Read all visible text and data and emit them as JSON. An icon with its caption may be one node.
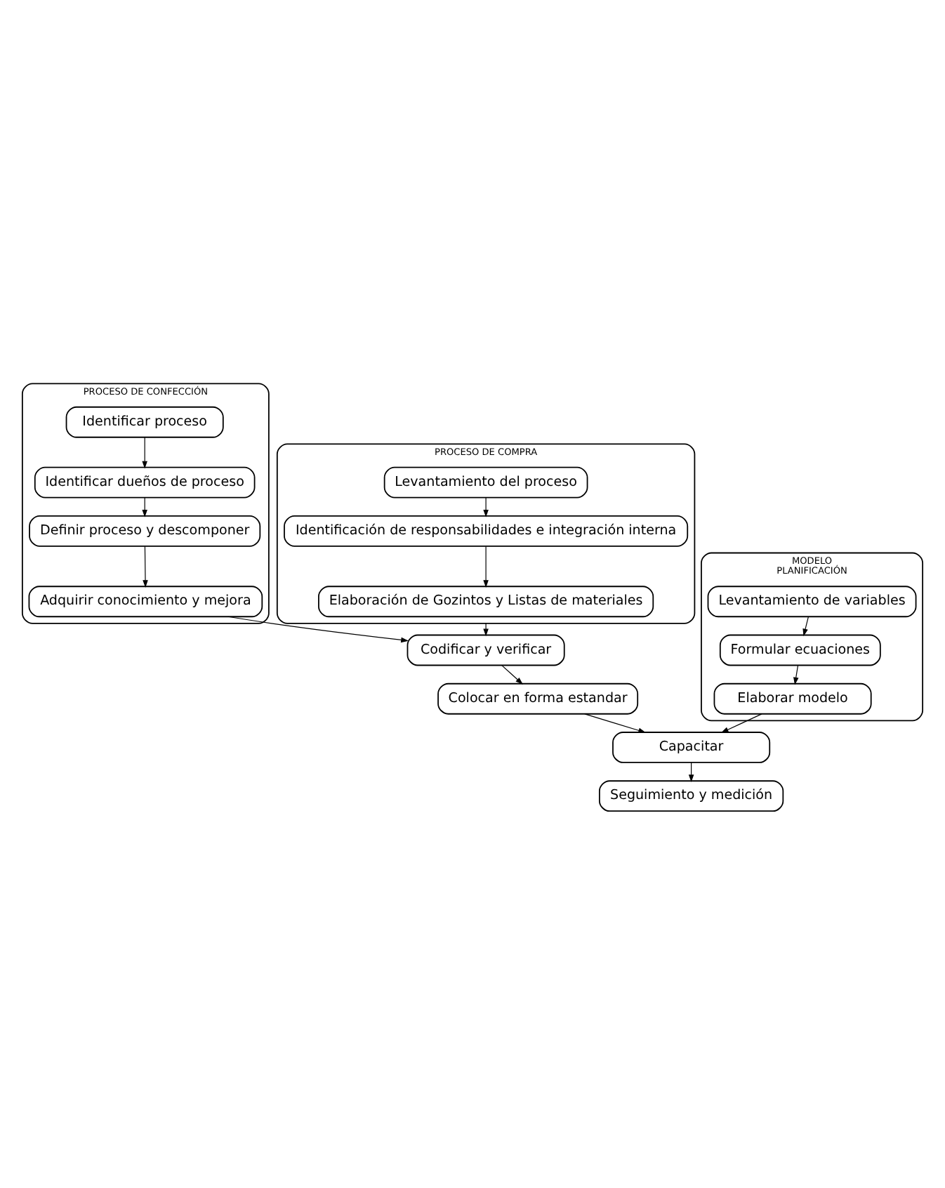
{
  "diagram": {
    "nodes": [
      {
        "text": [
          "PROCESO DE CONFECCIÓN"
        ]
      },
      {
        "text": [
          "Identificar proceso"
        ],
        "in": 0
      },
      {
        "text": [
          "Identificar dueños de proceso"
        ],
        "in": 0
      },
      {
        "text": [
          "Definir proceso y descomponer"
        ],
        "in": 0
      },
      {
        "text": [
          "Adquirir conocimiento y mejora"
        ],
        "in": 0
      },
      {
        "text": [
          "PROCESO DE COMPRA"
        ]
      },
      {
        "text": [
          "Levantamiento del proceso"
        ],
        "in": 5
      },
      {
        "text": [
          "Identificación de responsabilidades e integración interna"
        ],
        "in": 5
      },
      {
        "text": [
          "Elaboración de Gozintos y Listas de materiales"
        ],
        "in": 5
      },
      {
        "text": [
          "Codificar y verificar"
        ]
      },
      {
        "text": [
          "Colocar en forma estandar"
        ]
      },
      {
        "text": [
          "Capacitar"
        ]
      },
      {
        "text": [
          "Seguimiento y medición"
        ]
      },
      {
        "text": [
          "MODELO",
          "PLANIFICACIÓN"
        ]
      },
      {
        "text": [
          "Levantamiento de variables"
        ],
        "in": 13
      },
      {
        "text": [
          "Formular ecuaciones"
        ],
        "in": 13
      },
      {
        "text": [
          "Elaborar modelo"
        ],
        "in": 13
      }
    ],
    "edges": [
      {
        "from": 1,
        "to": 2,
        "arrow": "to"
      },
      {
        "from": 2,
        "to": 3,
        "arrow": "to"
      },
      {
        "from": 3,
        "to": 4,
        "arrow": "to"
      },
      {
        "from": 6,
        "to": 7,
        "arrow": "to"
      },
      {
        "from": 7,
        "to": 8,
        "arrow": "to"
      },
      {
        "from": 5,
        "to": 9,
        "arrow": "to"
      },
      {
        "from": 4,
        "to": 9,
        "arrow": "to"
      },
      {
        "from": 9,
        "to": 10,
        "arrow": "to"
      },
      {
        "from": 10,
        "to": 11,
        "arrow": "to"
      },
      {
        "from": 11,
        "to": 12,
        "arrow": "to"
      },
      {
        "from": 14,
        "to": 15,
        "arrow": "to"
      },
      {
        "from": 15,
        "to": 16,
        "arrow": "to"
      },
      {
        "from": 16,
        "to": 11,
        "arrow": "to"
      }
    ]
  }
}
